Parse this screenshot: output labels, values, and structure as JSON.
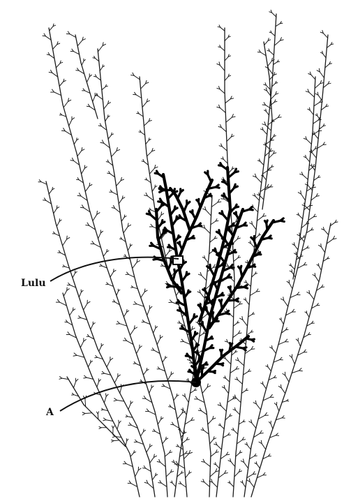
{
  "figure": {
    "type": "branching-lineage-diagram",
    "background_color": "#ffffff",
    "thin_branch_color": "#1a1a1a",
    "highlighted_branch_color": "#000000",
    "callouts": [
      {
        "id": "lulu",
        "label": "Lulu",
        "target": "branch-point-lulu"
      },
      {
        "id": "a",
        "label": "A",
        "target": "branch-point-a"
      }
    ]
  }
}
